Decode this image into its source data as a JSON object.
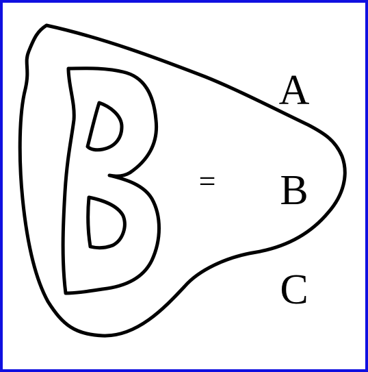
{
  "diagram": {
    "region_labels": [
      "A",
      "B",
      "C"
    ],
    "equation_symbol": "=",
    "frame_color": "#1010e0",
    "stroke_color": "#000000"
  }
}
